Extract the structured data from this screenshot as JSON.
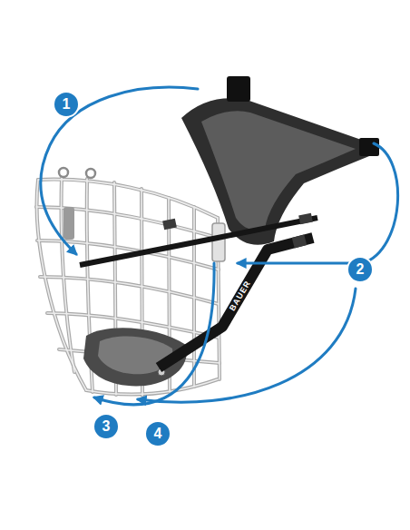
{
  "diagram": {
    "nodes": [
      {
        "text": [
          "1"
        ]
      },
      {
        "text": [
          "2"
        ]
      },
      {
        "text": [
          "3"
        ]
      },
      {
        "text": [
          "4"
        ]
      }
    ],
    "labels": [
      "BAUER"
    ]
  }
}
